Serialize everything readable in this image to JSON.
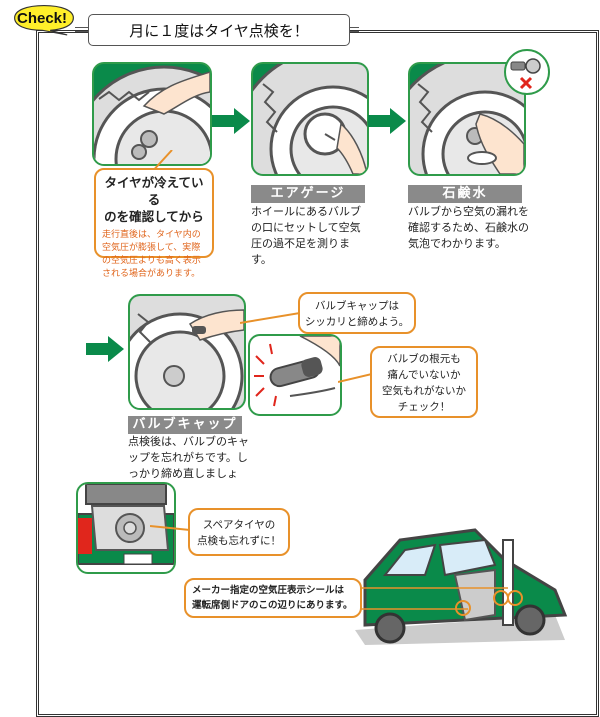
{
  "header": {
    "badge": "Check!",
    "title": "月に１度はタイヤ点検を！"
  },
  "steps": [
    {
      "note_main": "タイヤが冷えている\nのを確認してから",
      "note_sub": "走行直後は、タイヤ内の空気圧が膨張して、実際の空気圧よりも高く表示される場合があります。"
    },
    {
      "caption": "エアゲージ",
      "description": "ホイールにあるバルブの口にセットして空気圧の過不足を測ります。"
    },
    {
      "caption": "石鹸水",
      "description": "バルブから空気の漏れを確認するため、石鹸水の気泡でわかります。"
    },
    {
      "caption": "バルブキャップ",
      "description": "点検後は、バルブのキャップを忘れがちです。しっかり締め直しましょう。"
    }
  ],
  "callouts": {
    "valve_cap": "バルブキャップは\nシッカリと締めよう。",
    "valve_base": "バルブの根元も\n痛んでいないか\n空気もれがないか\nチェック！",
    "spare": "スペアタイヤの\n点検も忘れずに！",
    "sticker": "メーカー指定の空気圧表示シールは\n運転席側ドアのこの辺りにあります。"
  },
  "colors": {
    "green": "#0a8a4a",
    "orange": "#e8912a",
    "badge_yellow": "#ffef2a",
    "caption_gray": "#8a8a8a",
    "red": "#e0261c"
  }
}
